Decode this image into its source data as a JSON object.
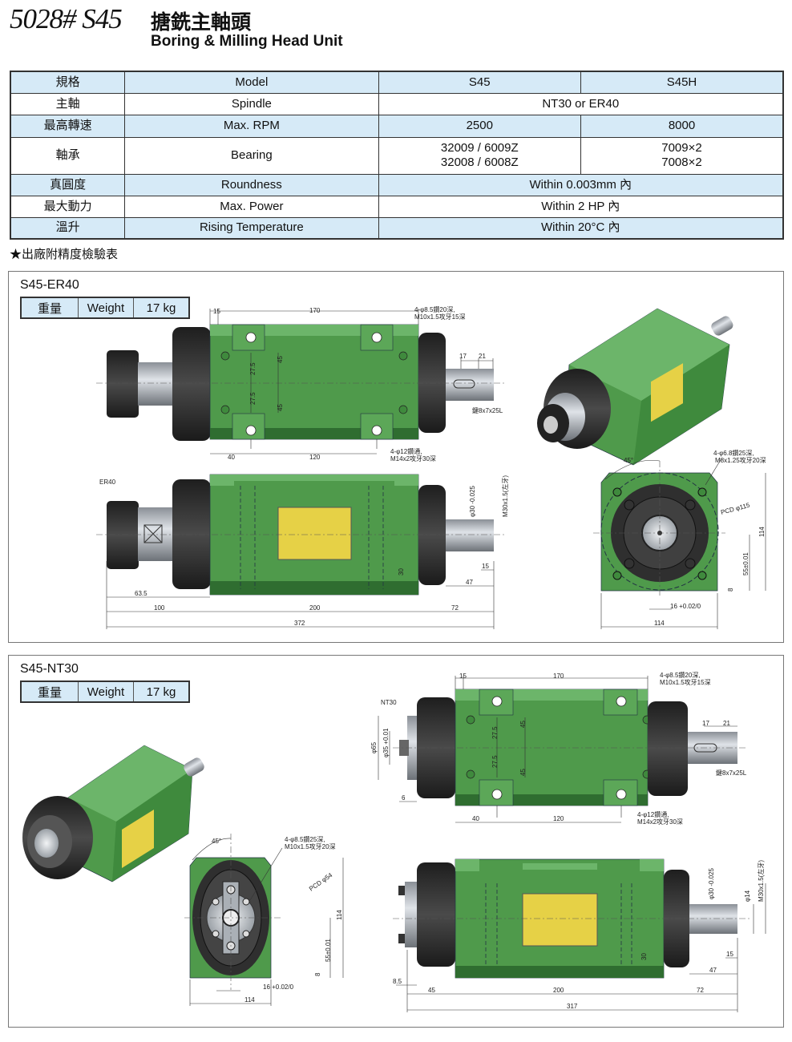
{
  "header": {
    "model": "5028# S45",
    "title_zh": "搪銑主軸頭",
    "title_en": "Boring & Milling Head Unit"
  },
  "spec_table": {
    "header": [
      "規格",
      "Model",
      "S45",
      "S45H"
    ],
    "rows": [
      {
        "zh": "主軸",
        "en": "Spindle",
        "value": "NT30 or ER40"
      },
      {
        "zh": "最高轉速",
        "en": "Max. RPM",
        "s45": "2500",
        "s45h": "8000"
      },
      {
        "zh": "軸承",
        "en": "Bearing",
        "s45": [
          "32009 / 6009Z",
          "32008 / 6008Z"
        ],
        "s45h": [
          "7009×2",
          "7008×2"
        ]
      },
      {
        "zh": "真圓度",
        "en": "Roundness",
        "value": "Within 0.003mm 內"
      },
      {
        "zh": "最大動力",
        "en": "Max. Power",
        "value": "Within 2 HP 內"
      },
      {
        "zh": "溫升",
        "en": "Rising Temperature",
        "value": "Within 20°C 內"
      }
    ],
    "note": "★出廠附精度檢驗表"
  },
  "er40": {
    "title": "S45-ER40",
    "weight": {
      "zh": "重量",
      "en": "Weight",
      "value": "17 kg"
    },
    "top": [
      "15",
      "170",
      "4-φ8.5鑽20深,",
      "M10x1.5攻牙15深",
      "17",
      "21",
      "鍵8x7x25L",
      "40",
      "120",
      "4-φ12鑽通,",
      "M14x2攻牙30深",
      "27.5",
      "27.5",
      "45",
      "45"
    ],
    "side": [
      "ER40",
      "63.5",
      "100",
      "200",
      "72",
      "372",
      "47",
      "15",
      "30",
      "φ30 -0.025",
      "M30x1.5(左牙)"
    ],
    "end": [
      "45°",
      "4-φ6.8鑽25深,",
      "M8x1.25攻牙20深",
      "PCD φ115",
      "114",
      "55±0.01",
      "8",
      "16 +0.02/0",
      "114"
    ]
  },
  "nt30": {
    "title": "S45-NT30",
    "weight": {
      "zh": "重量",
      "en": "Weight",
      "value": "17 kg"
    },
    "top": [
      "15",
      "170",
      "4-φ8.5鑽20深,",
      "M10x1.5攻牙15深",
      "NT30",
      "φ65",
      "φ35 +0.01",
      "6",
      "17",
      "21",
      "鍵8x7x25L",
      "40",
      "120",
      "4-φ12鑽通,",
      "M14x2攻牙30深",
      "27.5",
      "27.5",
      "45",
      "45"
    ],
    "end": [
      "45°",
      "4-φ8.5鑽25深,",
      "M10x1.5攻牙20深",
      "PCD φ54",
      "114",
      "55±0.01",
      "8",
      "16 +0.02/0",
      "114"
    ],
    "side": [
      "8.5",
      "45",
      "200",
      "72",
      "317",
      "47",
      "15",
      "30",
      "φ30 -0.025",
      "φ14",
      "M30x1.5(左牙)"
    ]
  },
  "colors": {
    "body": "#4f9a4b",
    "body_light": "#6cb56a",
    "body_dark": "#2f6d30",
    "flange": "#2e2e2e",
    "plate": "#e6d146",
    "table_fill": "#d6eaf7"
  }
}
